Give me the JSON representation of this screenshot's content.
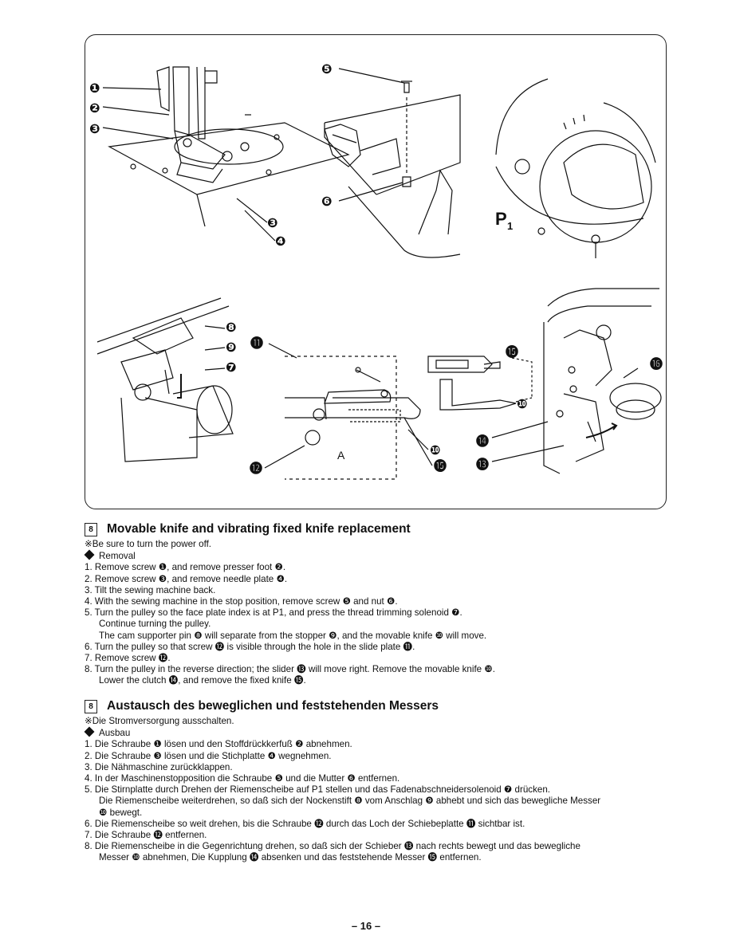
{
  "figure": {
    "callout_numbers": [
      "❶",
      "❷",
      "❸",
      "❸",
      "❹",
      "❺",
      "❻",
      "❽",
      "❾",
      "❼",
      "⓫",
      "⓬",
      "❿",
      "⓯",
      "⓯",
      "⓰",
      "❿",
      "⓮",
      "⓭"
    ],
    "labels": {
      "p1": "P",
      "p1_sub": "1",
      "a": "A"
    }
  },
  "english": {
    "box": "8",
    "title": "Movable knife and vibrating fixed knife replacement",
    "note": "※Be sure to turn the power off.",
    "removal": "Removal",
    "steps": [
      "1. Remove screw ❶, and remove presser foot ❷.",
      "2. Remove screw ❸, and remove needle plate ❹.",
      "3. Tilt the sewing machine back.",
      "4. With the sewing machine in the stop position, remove screw ❺ and nut ❻.",
      "5. Turn the pulley so the face plate index is at P1, and press the thread trimming solenoid ❼."
    ],
    "step5_cont1": "Continue turning the pulley.",
    "step5_cont2": "The cam supporter pin ❽ will separate from the stopper ❾, and the movable knife ❿ will move.",
    "steps2": [
      "6. Turn the pulley so that screw ⓬ is visible through the hole in the slide plate ⓫.",
      "7. Remove screw ⓬.",
      "8. Turn the pulley in the reverse direction; the slider ⓭ will move right. Remove the movable knife ❿."
    ],
    "step8_cont": "Lower the clutch ⓮, and remove the fixed knife ⓯."
  },
  "german": {
    "box": "8",
    "title": "Austausch des beweglichen und feststehenden Messers",
    "note": "※Die Stromversorgung ausschalten.",
    "removal": "Ausbau",
    "steps": [
      "1. Die Schraube ❶ lösen und den Stoffdrückkerfuß ❷ abnehmen.",
      "2. Die Schraube ❸ lösen und die Stichplatte ❹ wegnehmen.",
      "3. Die Nähmaschine zurückklappen.",
      "4. In der Maschinenstopposition die Schraube ❺ und die Mutter ❻ entfernen.",
      "5. Die Stirnplatte durch Drehen der Riemenscheibe auf P1 stellen und das Fadenabschneidersolenoid ❼ drücken."
    ],
    "step5_cont1": "Die Riemenscheibe weiterdrehen, so daß sich der Nockenstift ❽ vom Anschlag ❾ abhebt und sich das bewegliche Messer",
    "step5_cont2": "❿ bewegt.",
    "steps2": [
      "6. Die Riemenscheibe so weit drehen, bis die Schraube ⓬ durch das Loch der Schiebeplatte ⓫ sichtbar ist.",
      "7. Die Schraube ⓬ entfernen.",
      "8. Die Riemenscheibe in die Gegenrichtung drehen, so daß sich der Schieber ⓭ nach rechts bewegt und das bewegliche"
    ],
    "step8_cont": "Messer ❿ abnehmen, Die Kupplung ⓮ absenken und das feststehende Messer ⓯ entfernen."
  },
  "page_number": "– 16 –"
}
